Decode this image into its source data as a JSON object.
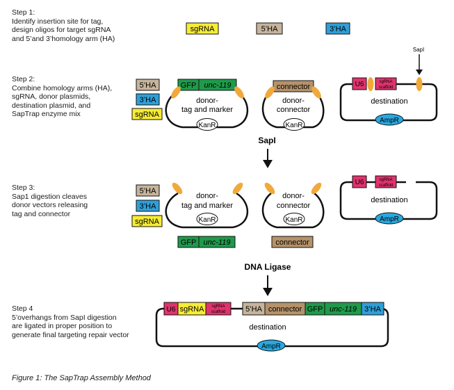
{
  "steps": [
    {
      "text": "Step 1:\nIdentify insertion site for tag,\ndesign oligos for target sgRNA\nand 5’and 3’homology arm (HA)"
    },
    {
      "text": "Step 2:\nCombine homology arms (HA),\nsgRNA, donor plasmids,\ndestination plasmid, and\nSapTrap enzyme mix"
    },
    {
      "text": "Step 3:\nSap1 digestion cleaves\ndonor vectors releasing\ntag and connector"
    },
    {
      "text": "Step 4\n5’overhangs from SapI digestion\nare ligated in proper position to\ngenerate final targeting repair vector"
    }
  ],
  "labels": {
    "sgrna": "sgRNA",
    "ha5": "5’HA",
    "ha3": "3’HA",
    "gfp": "GFP",
    "unc": "unc-119",
    "connector": "connector",
    "u6": "U6",
    "sgrna_scaffold_1": "sgRNA",
    "sgrna_scaffold_2": "scaffold",
    "kanr": "KanR",
    "ampr": "AmpR",
    "donor_tag_1": "donor-",
    "donor_tag_2": "tag and marker",
    "donor_conn_1": "donor-",
    "donor_conn_2": "connector",
    "destination": "destination",
    "sapi_small": "SapI",
    "sapi_arrow": "SapI",
    "dna_ligase": "DNA Ligase"
  },
  "caption": "Figure 1: The SapTrap Assembly Method",
  "colors": {
    "sgrna": "#f6ec35",
    "ha5": "#c6b49b",
    "ha3": "#2f9fd8",
    "gfp": "#1f9a4b",
    "connector": "#b5926a",
    "u6": "#e0336e",
    "scaffold": "#e0336e",
    "ampr": "#29a8e0",
    "sap_site": "#f2a93b"
  }
}
